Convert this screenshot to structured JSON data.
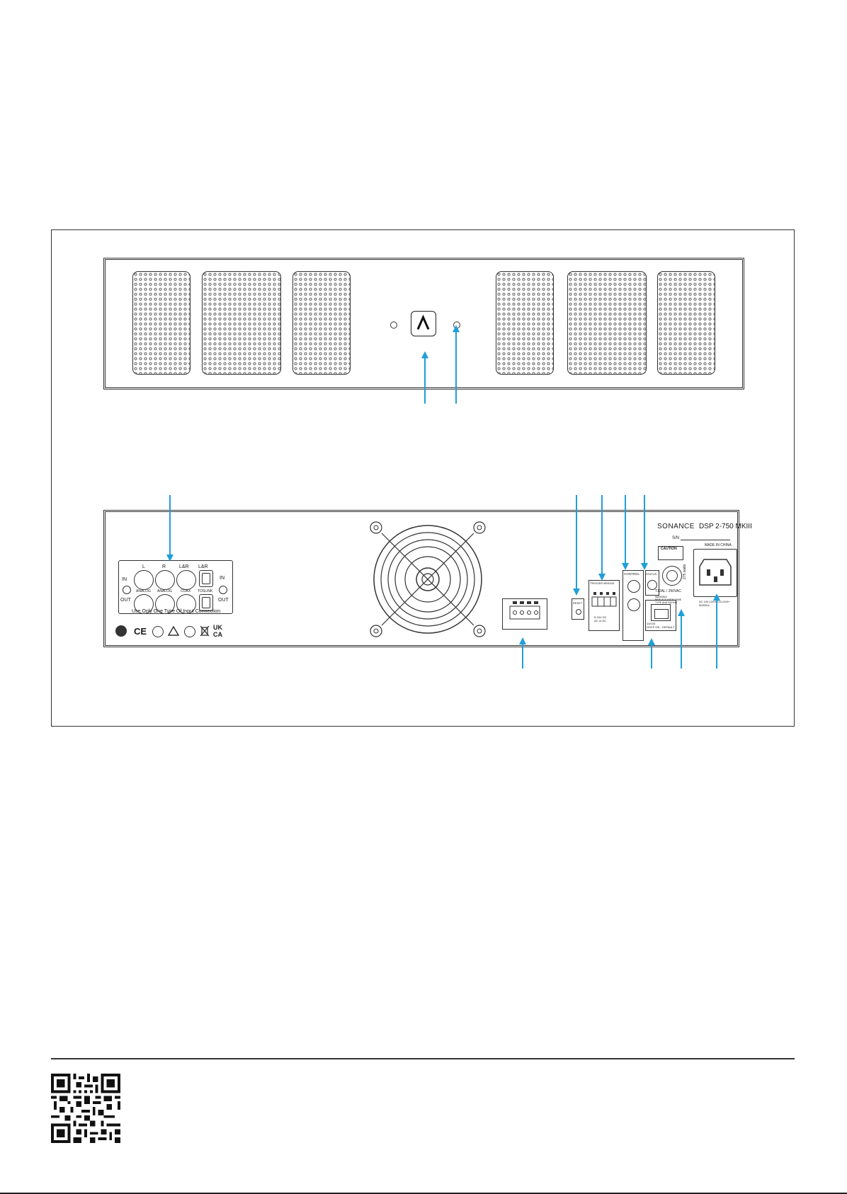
{
  "rear_panel": {
    "brand": "SONANCE",
    "model": "DSP 2-750 MKIII",
    "serial_label": "S/N",
    "input_labels": {
      "l": "L",
      "r": "R",
      "lr_coax": "L&R",
      "lr_optical": "L&R",
      "in_left": "IN",
      "out_left": "OUT",
      "in_right": "IN",
      "out_right": "OUT",
      "analog1": "ANALOG",
      "analog2": "ANALOG",
      "coax": "COAX",
      "toslink": "TOSLINK",
      "notice": "Use Only One Type Of Input Connection"
    },
    "reset": "RESET",
    "trigger_header": "TRIGGER BRIDGE",
    "trigger_sub": "IN      OUT",
    "trigger_foot": "5-24V DC\nAC or DC",
    "control": "CONTROL",
    "status": "STATUS",
    "lan_label": "10/100\nDHCP ON - DEFAULT",
    "caution_title": "CAUTION",
    "fuse_label": "T12AL / 250VAC",
    "fuse_note": "WARNING\nREPLACE WITH SAME\nTYPE AND RATING",
    "watts": "275 watts",
    "made_in": "MADE IN CHINA",
    "ac_rating": "AC 100-120V/220-240V~\n50/60Hz",
    "cert_ukca_1": "UK",
    "cert_ukca_2": "CA",
    "cert_ce": "CE"
  },
  "colors": {
    "callout": "#1f9fd9",
    "line": "#333333"
  },
  "icons": [
    "sonance-logo-icon",
    "fan-icon",
    "iec-power-inlet-icon",
    "qr-code-icon",
    "ground-icon"
  ]
}
